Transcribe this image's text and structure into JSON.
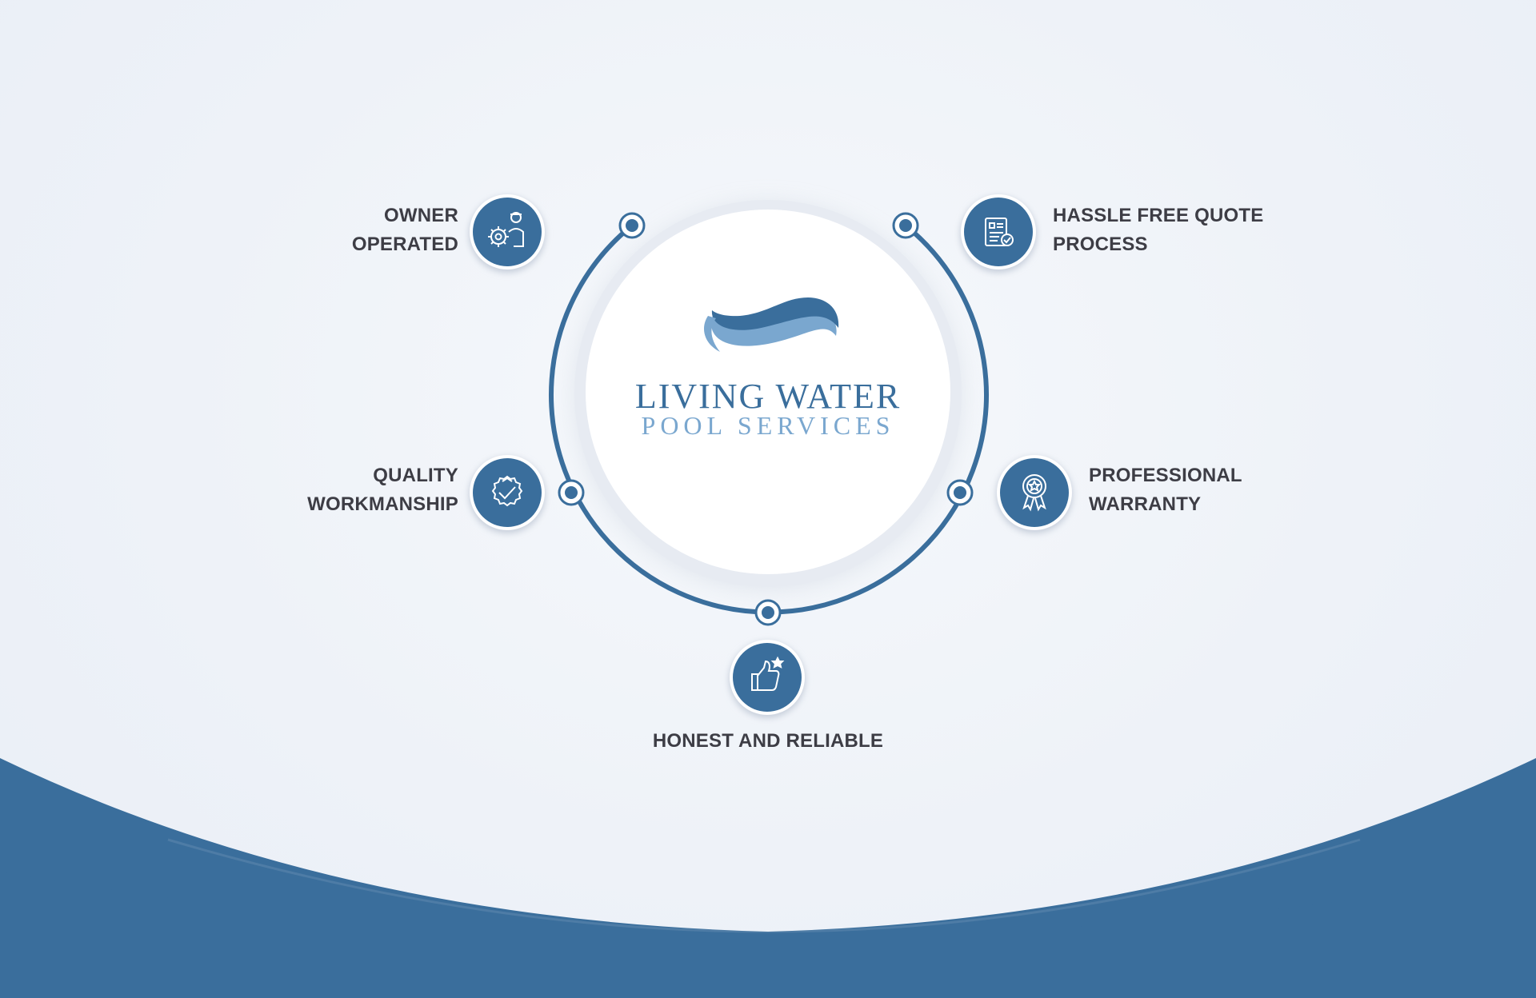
{
  "logo": {
    "line1": "LIVING WATER",
    "line2": "POOL SERVICES"
  },
  "features": {
    "owner_operated": {
      "line1": "OWNER",
      "line2": "OPERATED",
      "icon": "gear-person-icon"
    },
    "quality_workmanship": {
      "line1": "QUALITY",
      "line2": "WORKMANSHIP",
      "icon": "quality-badge-icon"
    },
    "hassle_free_quote": {
      "line1": "HASSLE FREE QUOTE",
      "line2": "PROCESS",
      "icon": "document-check-icon"
    },
    "professional_warranty": {
      "line1": "PROFESSIONAL",
      "line2": "WARRANTY",
      "icon": "award-ribbon-icon"
    },
    "honest_reliable": {
      "line1": "HONEST AND RELIABLE",
      "icon": "thumbs-up-star-icon"
    }
  },
  "colors": {
    "primary_blue": "#3a6e9c",
    "light_blue": "#7aa7cf",
    "text_dark": "#3d3d45",
    "background": "#edf1f7"
  }
}
